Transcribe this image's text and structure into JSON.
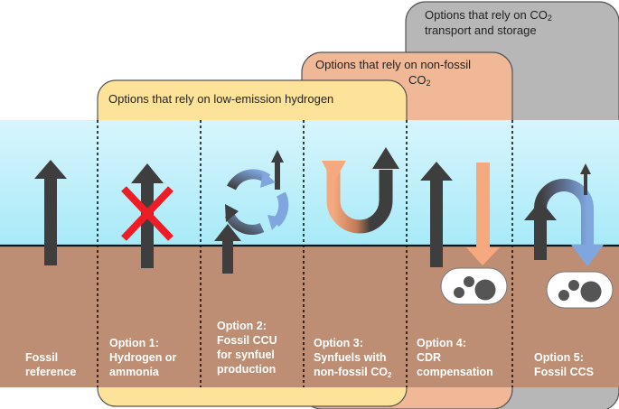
{
  "groups": {
    "hydrogen": {
      "title": "Options that rely on low-emission hydrogen",
      "color": "#fde39a"
    },
    "nonfossil": {
      "title_1": "Options that rely on non-fossil",
      "title_2a": "CO",
      "title_2sub": "2",
      "color": "#f0b896"
    },
    "transport": {
      "title_1a": "Options that rely on CO",
      "title_1sub": "2",
      "title_2": "transport and storage",
      "color": "#b7b7b7"
    }
  },
  "colors": {
    "sky": "#a8eaf8",
    "ground": "#bd8e73",
    "dark_arrow": "#3e3e3e",
    "orange_arrow": "#f6a97f",
    "blue_arrow": "#7fa6df",
    "cross": "#ee1c25"
  },
  "options": [
    {
      "lines": [
        "Fossil",
        "reference"
      ]
    },
    {
      "lines": [
        "Option 1:",
        "Hydrogen or",
        "ammonia"
      ]
    },
    {
      "lines": [
        "Option 2:",
        "Fossil CCU",
        "for synfuel",
        "production"
      ]
    },
    {
      "line1": "Option 3:",
      "line2": "Synfuels with",
      "line3a": "non-fossil CO",
      "line3sub": "2"
    },
    {
      "lines": [
        "Option 4:",
        "CDR",
        "compensation"
      ]
    },
    {
      "lines": [
        "Option 5:",
        "Fossil CCS"
      ]
    }
  ]
}
